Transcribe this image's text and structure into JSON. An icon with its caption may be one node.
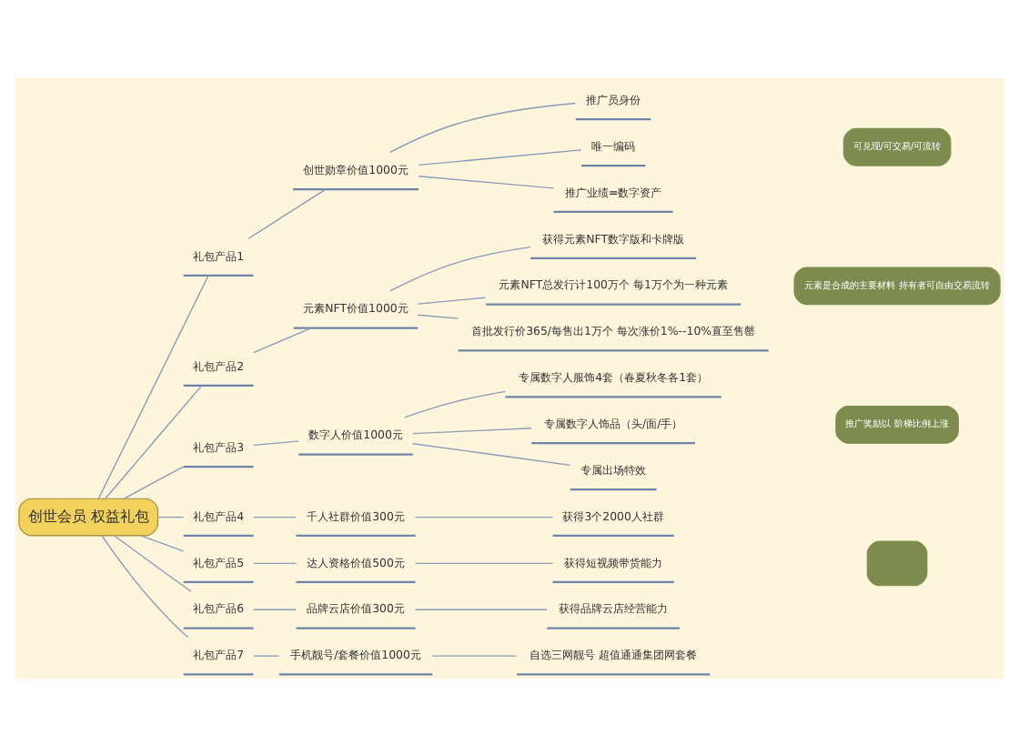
{
  "diagram": {
    "nodes": [
      {
        "text": [
          "创世会员 权益礼包"
        ]
      },
      {
        "text": [
          "礼包产品1"
        ]
      },
      {
        "text": [
          "创世勋章价值1000元"
        ]
      },
      {
        "text": [
          "推广员身份"
        ]
      },
      {
        "text": [
          "唯一编码"
        ]
      },
      {
        "text": [
          "推广业绩=数字资产"
        ]
      },
      {
        "text": [
          "可兑现/可交易/可流转"
        ]
      },
      {
        "text": [
          "礼包产品2"
        ]
      },
      {
        "text": [
          "元素NFT价值1000元"
        ]
      },
      {
        "text": [
          "获得元素NFT数字版和卡牌版"
        ]
      },
      {
        "text": [
          "元素NFT总发行计100万个 每1万个为一种元素"
        ]
      },
      {
        "text": [
          "首批发行价365/每售出1万个 每次涨价1%--10%直至售罄"
        ]
      },
      {
        "text": [
          "元素是合成的主要材料 持有者可自由交易流转"
        ]
      },
      {
        "text": [
          "礼包产品3"
        ]
      },
      {
        "text": [
          "数字人价值1000元"
        ]
      },
      {
        "text": [
          "专属数字人服饰4套（春夏秋冬各1套）"
        ]
      },
      {
        "text": [
          "专属数字人饰品（头/面/手）"
        ]
      },
      {
        "text": [
          "专属出场特效"
        ]
      },
      {
        "text": [
          "推广奖励以 阶梯比例上涨"
        ]
      },
      {
        "text": [
          "礼包产品4"
        ]
      },
      {
        "text": [
          "千人社群价值300元"
        ]
      },
      {
        "text": [
          "获得3个2000人社群"
        ]
      },
      {
        "text": [
          "礼包产品5"
        ]
      },
      {
        "text": [
          "达人资格价值500元"
        ]
      },
      {
        "text": [
          "获得短视频带货能力"
        ]
      },
      {
        "text": [
          "礼包产品6"
        ]
      },
      {
        "text": [
          "品牌云店价值300元"
        ]
      },
      {
        "text": [
          "获得品牌云店经营能力"
        ]
      },
      {
        "text": [
          "礼包产品7"
        ]
      },
      {
        "text": [
          "手机靓号/套餐价值1000元"
        ]
      },
      {
        "text": [
          "自选三网靓号 超值通通集团网套餐"
        ]
      },
      {
        "text": [],
        "shape": "box"
      }
    ],
    "edges": [
      {
        "from": 0,
        "to": 1,
        "arrow": "none"
      },
      {
        "from": 1,
        "to": 2,
        "arrow": "none"
      },
      {
        "from": 2,
        "to": 3,
        "arrow": "none"
      },
      {
        "from": 2,
        "to": 4,
        "arrow": "none"
      },
      {
        "from": 2,
        "to": 5,
        "arrow": "none"
      },
      {
        "from": 0,
        "to": 7,
        "arrow": "none"
      },
      {
        "from": 7,
        "to": 8,
        "arrow": "none"
      },
      {
        "from": 8,
        "to": 9,
        "arrow": "none"
      },
      {
        "from": 8,
        "to": 10,
        "arrow": "none"
      },
      {
        "from": 8,
        "to": 11,
        "arrow": "none"
      },
      {
        "from": 0,
        "to": 13,
        "arrow": "none"
      },
      {
        "from": 13,
        "to": 14,
        "arrow": "none"
      },
      {
        "from": 14,
        "to": 15,
        "arrow": "none"
      },
      {
        "from": 14,
        "to": 16,
        "arrow": "none"
      },
      {
        "from": 14,
        "to": 17,
        "arrow": "none"
      },
      {
        "from": 0,
        "to": 19,
        "arrow": "none"
      },
      {
        "from": 19,
        "to": 20,
        "arrow": "none"
      },
      {
        "from": 20,
        "to": 21,
        "arrow": "none"
      },
      {
        "from": 0,
        "to": 22,
        "arrow": "none"
      },
      {
        "from": 22,
        "to": 23,
        "arrow": "none"
      },
      {
        "from": 23,
        "to": 24,
        "arrow": "none"
      },
      {
        "from": 0,
        "to": 25,
        "arrow": "none"
      },
      {
        "from": 25,
        "to": 26,
        "arrow": "none"
      },
      {
        "from": 26,
        "to": 27,
        "arrow": "none"
      },
      {
        "from": 0,
        "to": 28,
        "arrow": "none"
      },
      {
        "from": 28,
        "to": 29,
        "arrow": "none"
      },
      {
        "from": 29,
        "to": 30,
        "arrow": "none"
      }
    ]
  }
}
